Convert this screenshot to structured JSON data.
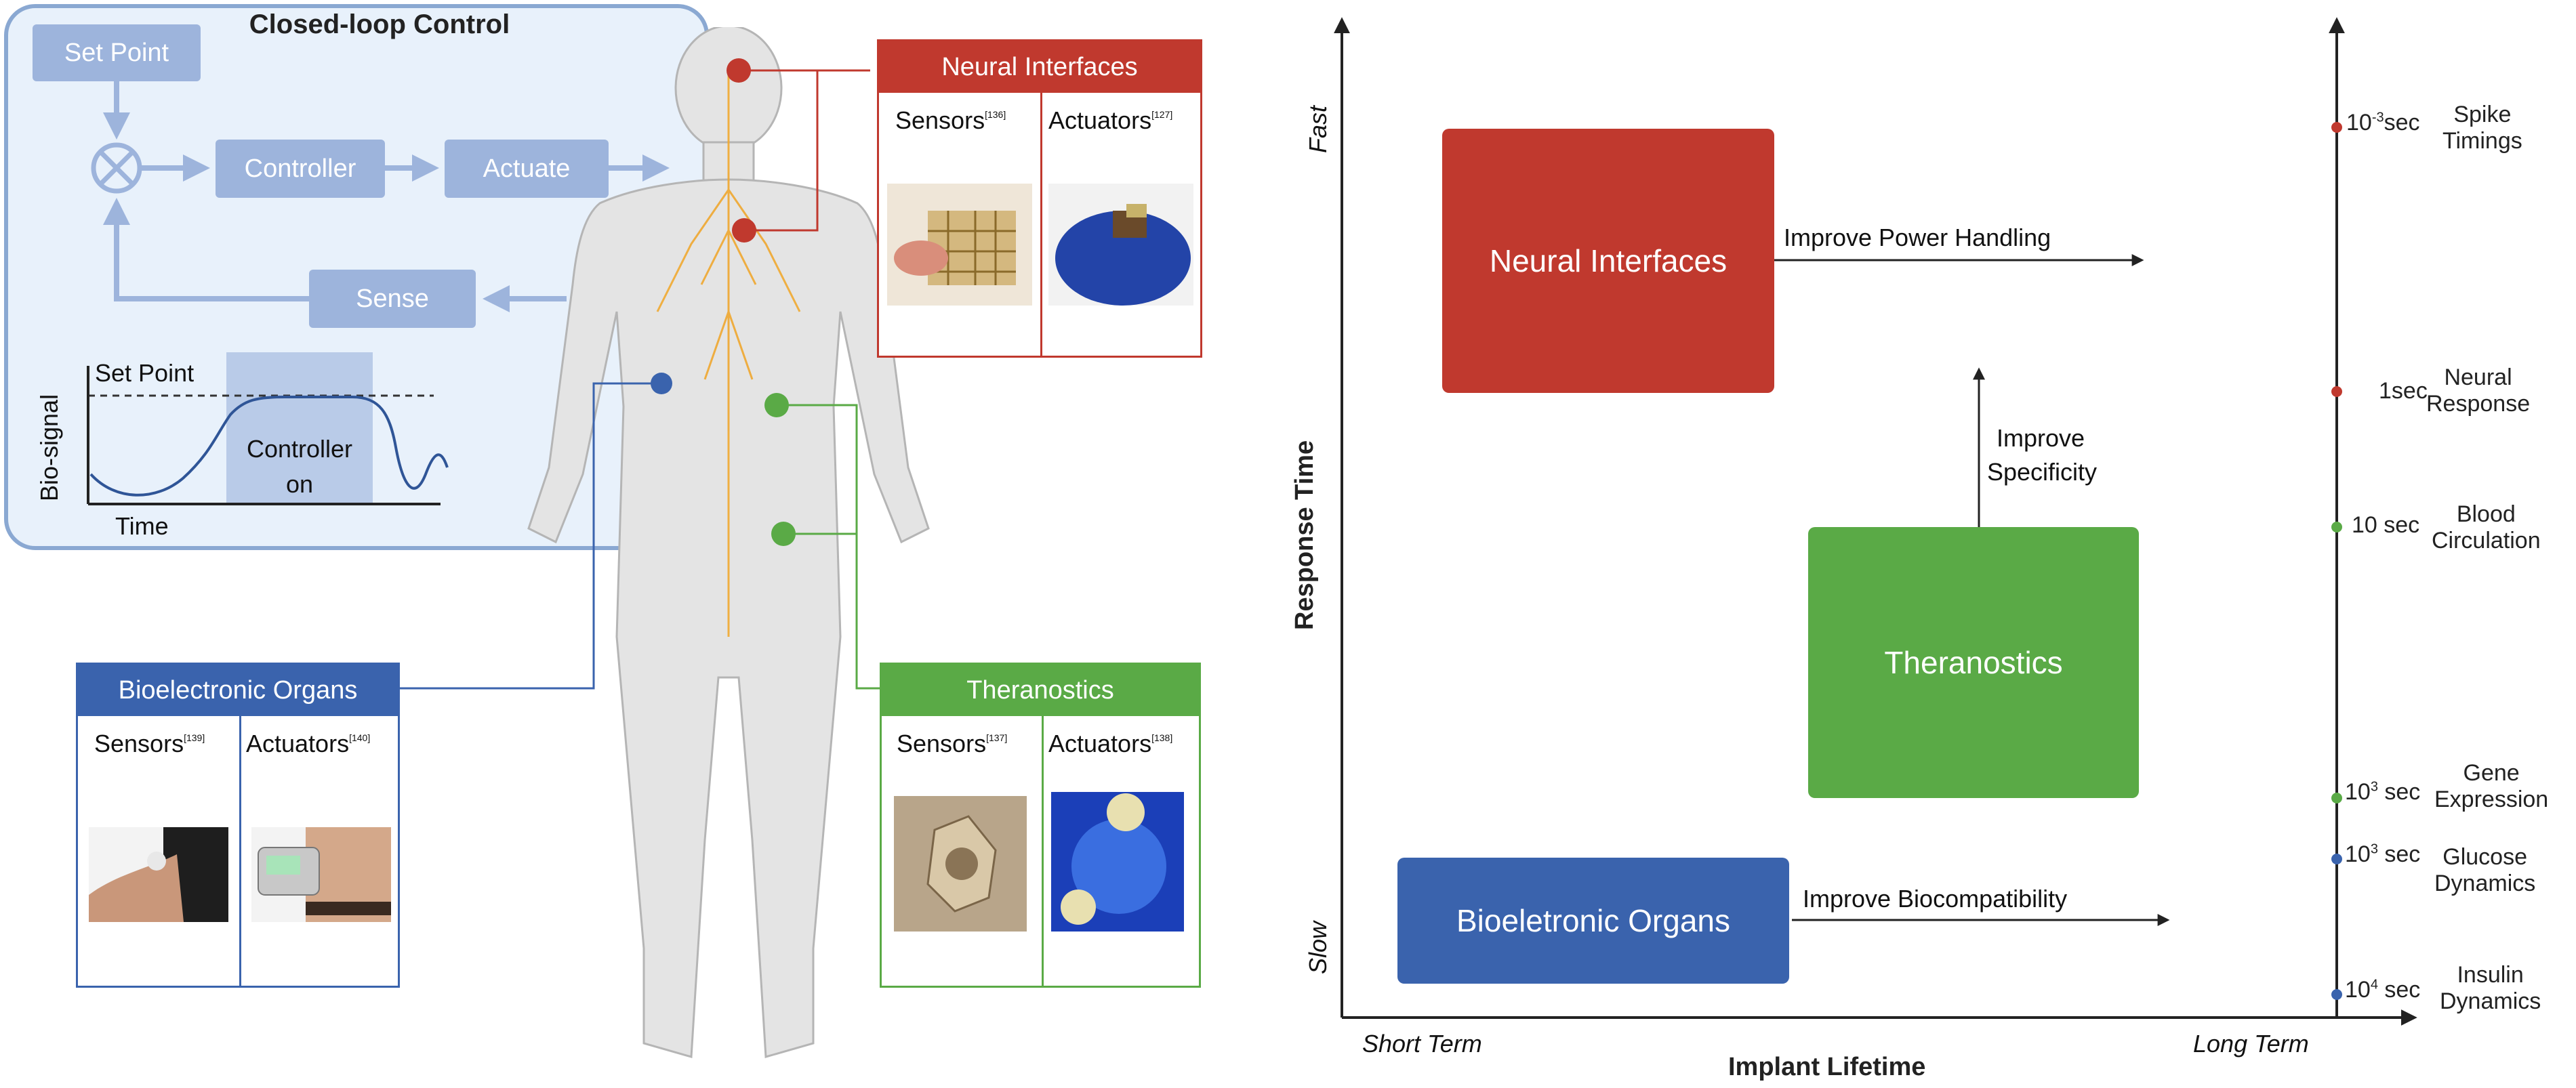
{
  "closed_loop": {
    "title": "Closed-loop Control",
    "set_point": "Set Point",
    "controller": "Controller",
    "actuate": "Actuate",
    "sense": "Sense",
    "graph": {
      "y_label": "Bio-signal",
      "x_label": "Time",
      "set_point_label": "Set Point",
      "controller_on_line1": "Controller",
      "controller_on_line2": "on"
    }
  },
  "cards": {
    "neural": {
      "title": "Neural Interfaces",
      "sensors": "Sensors",
      "sensors_ref": "[136]",
      "actuators": "Actuators",
      "actuators_ref": "[127]",
      "color": "#c0392e"
    },
    "bioelectronic": {
      "title": "Bioelectronic Organs",
      "sensors": "Sensors",
      "sensors_ref": "[139]",
      "actuators": "Actuators",
      "actuators_ref": "[140]",
      "color": "#3a63ad"
    },
    "theranostics": {
      "title": "Theranostics",
      "sensors": "Sensors",
      "sensors_ref": "[137]",
      "actuators": "Actuators",
      "actuators_ref": "[138]",
      "color": "#5aaa46"
    }
  },
  "map": {
    "y_axis_title": "Response Time",
    "x_axis_title": "Implant Lifetime",
    "y_fast": "Fast",
    "y_slow": "Slow",
    "x_short": "Short Term",
    "x_long": "Long Term",
    "boxes": {
      "neural": "Neural Interfaces",
      "theranostics": "Theranostics",
      "bio": "Bioeletronic Organs"
    },
    "arrows": {
      "power": "Improve Power Handling",
      "specificity_1": "Improve",
      "specificity_2": "Specificity",
      "biocompat": "Improve Biocompatibility"
    }
  },
  "timescale": [
    {
      "value": "10",
      "exp": "-3",
      "unit": "sec",
      "label1": "Spike",
      "label2": "Timings",
      "color": "#c0392e"
    },
    {
      "value": "1sec",
      "exp": "",
      "unit": "",
      "label1": "Neural",
      "label2": "Response",
      "color": "#c0392e"
    },
    {
      "value": "10 sec",
      "exp": "",
      "unit": "",
      "label1": "Blood",
      "label2": "Circulation",
      "color": "#5aaa46"
    },
    {
      "value": "10",
      "exp": "3",
      "unit": " sec",
      "label1": "Gene",
      "label2": "Expression",
      "color": "#5aaa46"
    },
    {
      "value": "10",
      "exp": "3",
      "unit": " sec",
      "label1": "Glucose",
      "label2": "Dynamics",
      "color": "#3a63ad"
    },
    {
      "value": "10",
      "exp": "4",
      "unit": " sec",
      "label1": "Insulin",
      "label2": "Dynamics",
      "color": "#3a63ad"
    }
  ]
}
